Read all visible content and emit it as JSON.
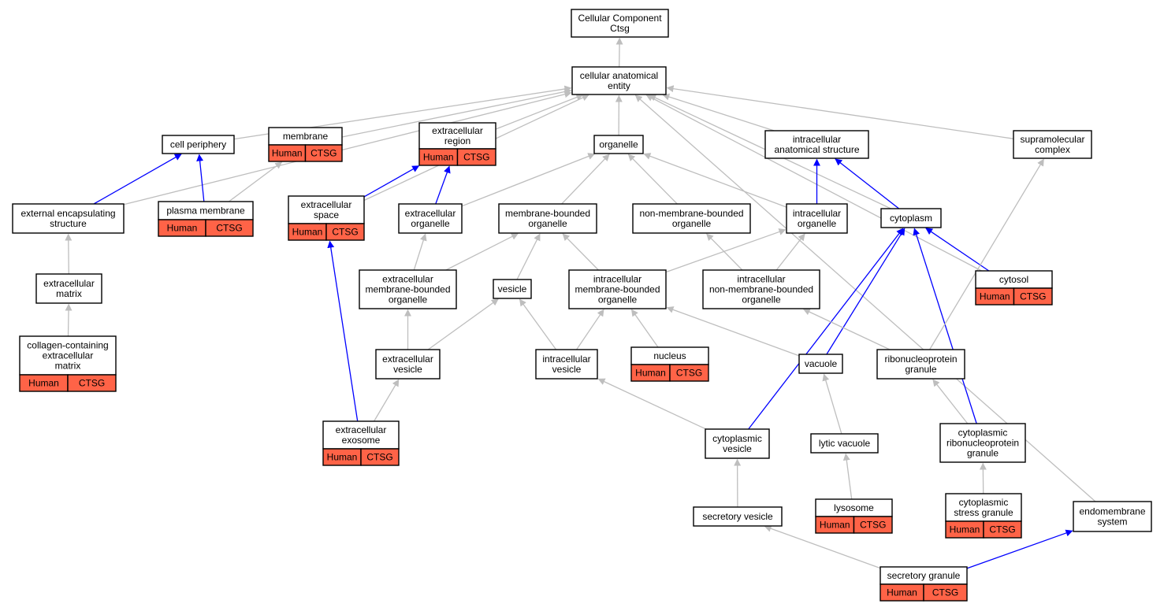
{
  "colors": {
    "annotation_fill": "#ff6347",
    "edge_default": "#bebebe",
    "edge_highlight": "#0000ff",
    "node_border": "#000000",
    "background": "#ffffff"
  },
  "nodes": {
    "root": {
      "lines": [
        "Cellular Component",
        "Ctsg"
      ]
    },
    "cae": {
      "lines": [
        "cellular anatomical",
        "entity"
      ]
    },
    "cellperiph": {
      "lines": [
        "cell periphery"
      ]
    },
    "membrane": {
      "lines": [
        "membrane"
      ],
      "ann": [
        "Human",
        "CTSG"
      ]
    },
    "ecregion": {
      "lines": [
        "extracellular",
        "region"
      ],
      "ann": [
        "Human",
        "CTSG"
      ]
    },
    "organelle": {
      "lines": [
        "organelle"
      ]
    },
    "ias": {
      "lines": [
        "intracellular",
        "anatomical structure"
      ]
    },
    "supramol": {
      "lines": [
        "supramolecular",
        "complex"
      ]
    },
    "extencap": {
      "lines": [
        "external encapsulating",
        "structure"
      ]
    },
    "plasmamem": {
      "lines": [
        "plasma membrane"
      ],
      "ann": [
        "Human",
        "CTSG"
      ]
    },
    "ecspace": {
      "lines": [
        "extracellular",
        "space"
      ],
      "ann": [
        "Human",
        "CTSG"
      ]
    },
    "ecorg": {
      "lines": [
        "extracellular",
        "organelle"
      ]
    },
    "membbound": {
      "lines": [
        "membrane-bounded",
        "organelle"
      ]
    },
    "nonmemb": {
      "lines": [
        "non-membrane-bounded",
        "organelle"
      ]
    },
    "intraorg": {
      "lines": [
        "intracellular",
        "organelle"
      ]
    },
    "cytoplasm": {
      "lines": [
        "cytoplasm"
      ]
    },
    "ecmatrix": {
      "lines": [
        "extracellular",
        "matrix"
      ]
    },
    "ecmbo": {
      "lines": [
        "extracellular",
        "membrane-bounded",
        "organelle"
      ]
    },
    "vesicle": {
      "lines": [
        "vesicle"
      ]
    },
    "imbo": {
      "lines": [
        "intracellular",
        "membrane-bounded",
        "organelle"
      ]
    },
    "inmbo": {
      "lines": [
        "intracellular",
        "non-membrane-bounded",
        "organelle"
      ]
    },
    "cytosol": {
      "lines": [
        "cytosol"
      ],
      "ann": [
        "Human",
        "CTSG"
      ]
    },
    "collagen": {
      "lines": [
        "collagen-containing",
        "extracellular",
        "matrix"
      ],
      "ann": [
        "Human",
        "CTSG"
      ]
    },
    "ecvesicle": {
      "lines": [
        "extracellular",
        "vesicle"
      ]
    },
    "icvesicle": {
      "lines": [
        "intracellular",
        "vesicle"
      ]
    },
    "nucleus": {
      "lines": [
        "nucleus"
      ],
      "ann": [
        "Human",
        "CTSG"
      ]
    },
    "vacuole": {
      "lines": [
        "vacuole"
      ]
    },
    "rnpgranule": {
      "lines": [
        "ribonucleoprotein",
        "granule"
      ]
    },
    "exosome": {
      "lines": [
        "extracellular",
        "exosome"
      ],
      "ann": [
        "Human",
        "CTSG"
      ]
    },
    "cytovesicle": {
      "lines": [
        "cytoplasmic",
        "vesicle"
      ]
    },
    "lyticvac": {
      "lines": [
        "lytic vacuole"
      ]
    },
    "cytornp": {
      "lines": [
        "cytoplasmic",
        "ribonucleoprotein",
        "granule"
      ]
    },
    "lysosome": {
      "lines": [
        "lysosome"
      ],
      "ann": [
        "Human",
        "CTSG"
      ]
    },
    "stressgran": {
      "lines": [
        "cytoplasmic",
        "stress granule"
      ],
      "ann": [
        "Human",
        "CTSG"
      ]
    },
    "secvesicle": {
      "lines": [
        "secretory vesicle"
      ]
    },
    "endomem": {
      "lines": [
        "endomembrane",
        "system"
      ]
    },
    "secgranule": {
      "lines": [
        "secretory granule"
      ],
      "ann": [
        "Human",
        "CTSG"
      ]
    }
  },
  "edges": [
    {
      "child": "cae",
      "parent": "root",
      "kind": "default"
    },
    {
      "child": "cellperiph",
      "parent": "cae",
      "kind": "default"
    },
    {
      "child": "membrane",
      "parent": "cae",
      "kind": "default"
    },
    {
      "child": "ecregion",
      "parent": "cae",
      "kind": "default"
    },
    {
      "child": "organelle",
      "parent": "cae",
      "kind": "default"
    },
    {
      "child": "ias",
      "parent": "cae",
      "kind": "default"
    },
    {
      "child": "supramol",
      "parent": "cae",
      "kind": "default"
    },
    {
      "child": "extencap",
      "parent": "cae",
      "kind": "default"
    },
    {
      "child": "ecspace",
      "parent": "cae",
      "kind": "default"
    },
    {
      "child": "cytoplasm",
      "parent": "cae",
      "kind": "default"
    },
    {
      "child": "cytosol",
      "parent": "cae",
      "kind": "default"
    },
    {
      "child": "endomem",
      "parent": "cae",
      "kind": "default"
    },
    {
      "child": "extencap",
      "parent": "cellperiph",
      "kind": "highlight"
    },
    {
      "child": "plasmamem",
      "parent": "cellperiph",
      "kind": "highlight"
    },
    {
      "child": "plasmamem",
      "parent": "membrane",
      "kind": "default"
    },
    {
      "child": "ecspace",
      "parent": "ecregion",
      "kind": "highlight"
    },
    {
      "child": "ecorg",
      "parent": "ecregion",
      "kind": "highlight"
    },
    {
      "child": "ecorg",
      "parent": "organelle",
      "kind": "default"
    },
    {
      "child": "membbound",
      "parent": "organelle",
      "kind": "default"
    },
    {
      "child": "nonmemb",
      "parent": "organelle",
      "kind": "default"
    },
    {
      "child": "intraorg",
      "parent": "organelle",
      "kind": "default"
    },
    {
      "child": "intraorg",
      "parent": "ias",
      "kind": "highlight"
    },
    {
      "child": "cytoplasm",
      "parent": "ias",
      "kind": "highlight"
    },
    {
      "child": "ecmatrix",
      "parent": "extencap",
      "kind": "default"
    },
    {
      "child": "collagen",
      "parent": "ecmatrix",
      "kind": "default"
    },
    {
      "child": "ecmbo",
      "parent": "ecorg",
      "kind": "default"
    },
    {
      "child": "ecmbo",
      "parent": "membbound",
      "kind": "default"
    },
    {
      "child": "vesicle",
      "parent": "membbound",
      "kind": "default"
    },
    {
      "child": "imbo",
      "parent": "membbound",
      "kind": "default"
    },
    {
      "child": "inmbo",
      "parent": "nonmemb",
      "kind": "default"
    },
    {
      "child": "imbo",
      "parent": "intraorg",
      "kind": "default"
    },
    {
      "child": "inmbo",
      "parent": "intraorg",
      "kind": "default"
    },
    {
      "child": "cytosol",
      "parent": "cytoplasm",
      "kind": "highlight"
    },
    {
      "child": "vacuole",
      "parent": "cytoplasm",
      "kind": "highlight"
    },
    {
      "child": "cytovesicle",
      "parent": "cytoplasm",
      "kind": "highlight"
    },
    {
      "child": "cytornp",
      "parent": "cytoplasm",
      "kind": "highlight"
    },
    {
      "child": "ecvesicle",
      "parent": "ecmbo",
      "kind": "default"
    },
    {
      "child": "ecvesicle",
      "parent": "vesicle",
      "kind": "default"
    },
    {
      "child": "icvesicle",
      "parent": "vesicle",
      "kind": "default"
    },
    {
      "child": "icvesicle",
      "parent": "imbo",
      "kind": "default"
    },
    {
      "child": "nucleus",
      "parent": "imbo",
      "kind": "default"
    },
    {
      "child": "vacuole",
      "parent": "imbo",
      "kind": "default"
    },
    {
      "child": "rnpgranule",
      "parent": "inmbo",
      "kind": "default"
    },
    {
      "child": "rnpgranule",
      "parent": "supramol",
      "kind": "default"
    },
    {
      "child": "exosome",
      "parent": "ecvesicle",
      "kind": "default"
    },
    {
      "child": "exosome",
      "parent": "ecspace",
      "kind": "highlight"
    },
    {
      "child": "cytovesicle",
      "parent": "icvesicle",
      "kind": "default"
    },
    {
      "child": "lyticvac",
      "parent": "vacuole",
      "kind": "default"
    },
    {
      "child": "cytornp",
      "parent": "rnpgranule",
      "kind": "default"
    },
    {
      "child": "lysosome",
      "parent": "lyticvac",
      "kind": "default"
    },
    {
      "child": "stressgran",
      "parent": "cytornp",
      "kind": "default"
    },
    {
      "child": "secvesicle",
      "parent": "cytovesicle",
      "kind": "default"
    },
    {
      "child": "secgranule",
      "parent": "secvesicle",
      "kind": "default"
    },
    {
      "child": "secgranule",
      "parent": "endomem",
      "kind": "highlight"
    }
  ]
}
